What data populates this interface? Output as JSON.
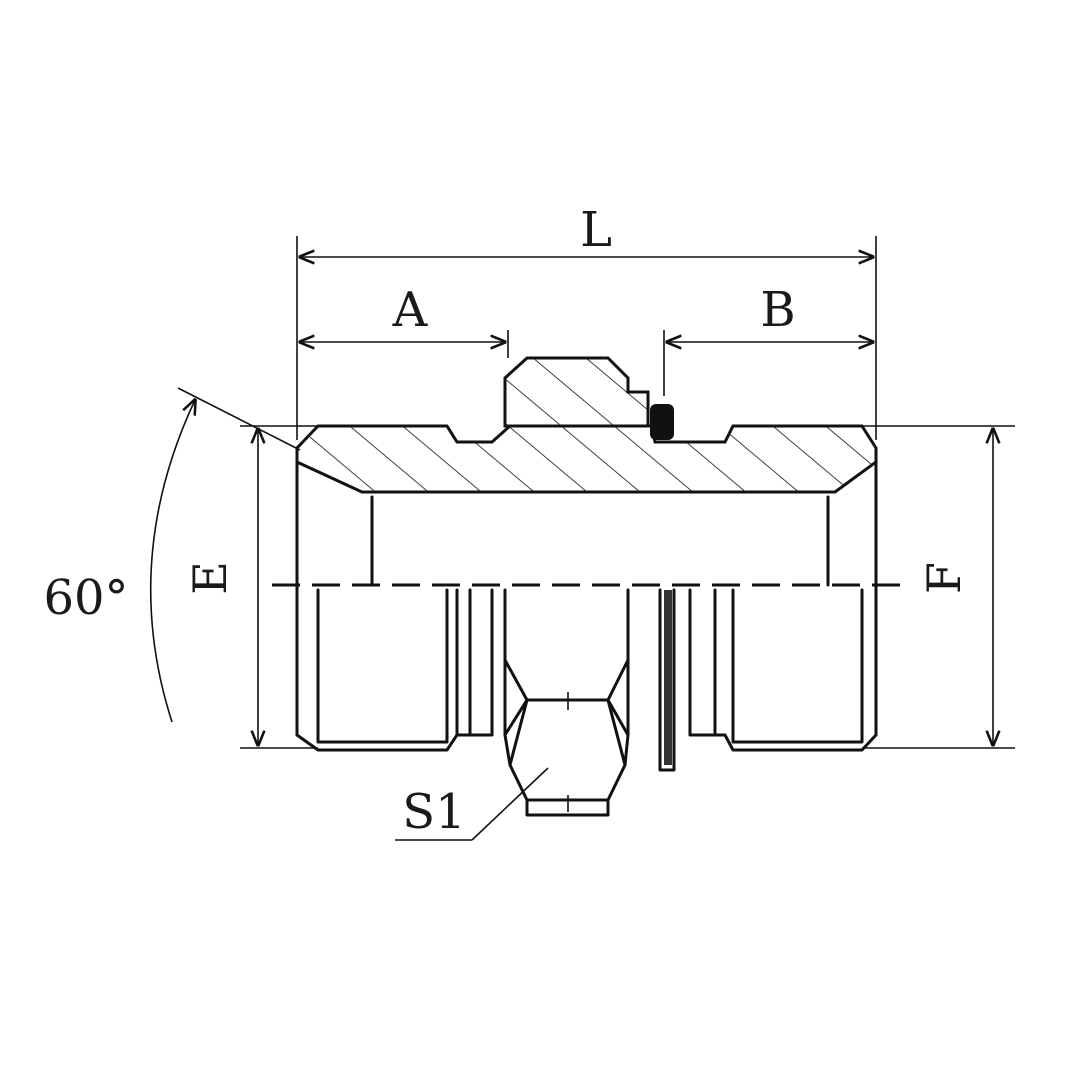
{
  "labels": {
    "overall_length": "L",
    "left_length": "A",
    "right_length": "B",
    "left_thread_dia": "E",
    "right_thread_dia": "F",
    "hex_size": "S1",
    "angle": "60°"
  },
  "colors": {
    "line": "#111111",
    "background": "#ffffff"
  }
}
